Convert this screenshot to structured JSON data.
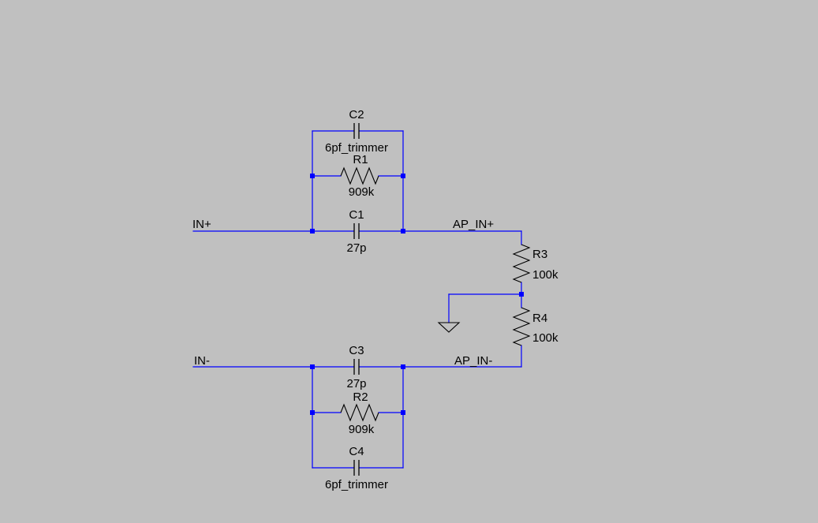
{
  "nets": {
    "in_plus": "IN+",
    "in_minus": "IN-",
    "ap_in_plus": "AP_IN+",
    "ap_in_minus": "AP_IN-"
  },
  "components": {
    "C1": {
      "ref": "C1",
      "value": "27p"
    },
    "C2": {
      "ref": "C2",
      "value": "6pf_trimmer"
    },
    "C3": {
      "ref": "C3",
      "value": "27p"
    },
    "C4": {
      "ref": "C4",
      "value": "6pf_trimmer"
    },
    "R1": {
      "ref": "R1",
      "value": "909k"
    },
    "R2": {
      "ref": "R2",
      "value": "909k"
    },
    "R3": {
      "ref": "R3",
      "value": "100k"
    },
    "R4": {
      "ref": "R4",
      "value": "100k"
    }
  },
  "colors": {
    "background": "#c0c0c0",
    "wire": "#0000ff",
    "component": "#000000",
    "junction": "#0000ff"
  },
  "icons": {
    "ground": "ground-symbol-icon"
  }
}
